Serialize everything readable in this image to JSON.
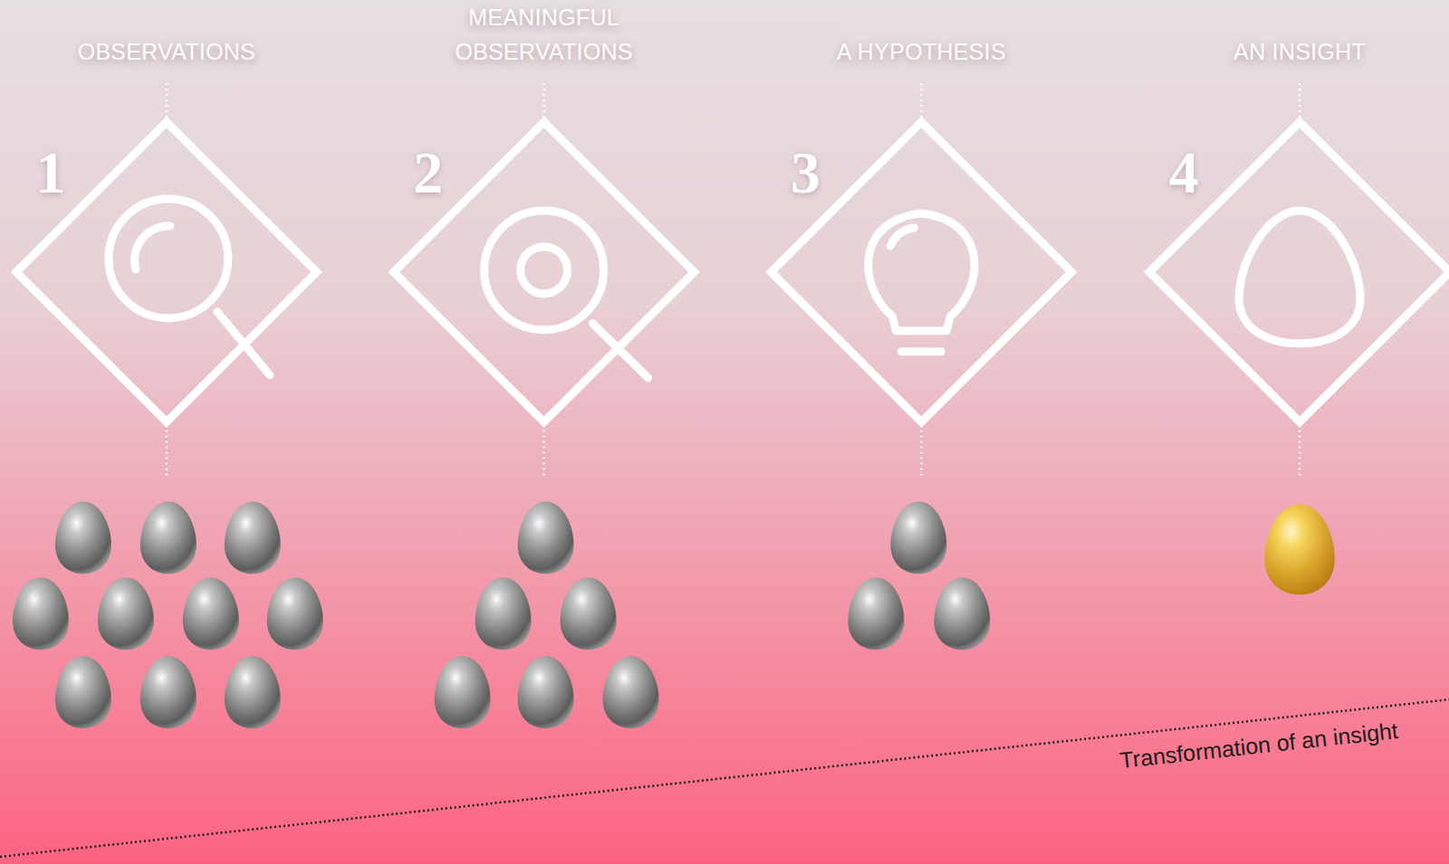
{
  "diagram": {
    "nodes": [
      {
        "text": [
          "OBSERVATIONS",
          "1"
        ]
      },
      {
        "text": [
          "MEANINGFUL OBSERVATIONS",
          "2"
        ]
      },
      {
        "text": [
          "A HYPOTHESIS",
          "3"
        ]
      },
      {
        "text": [
          "AN INSIGHT",
          "4"
        ]
      }
    ],
    "labels": [
      "Transformation of an insight"
    ]
  }
}
